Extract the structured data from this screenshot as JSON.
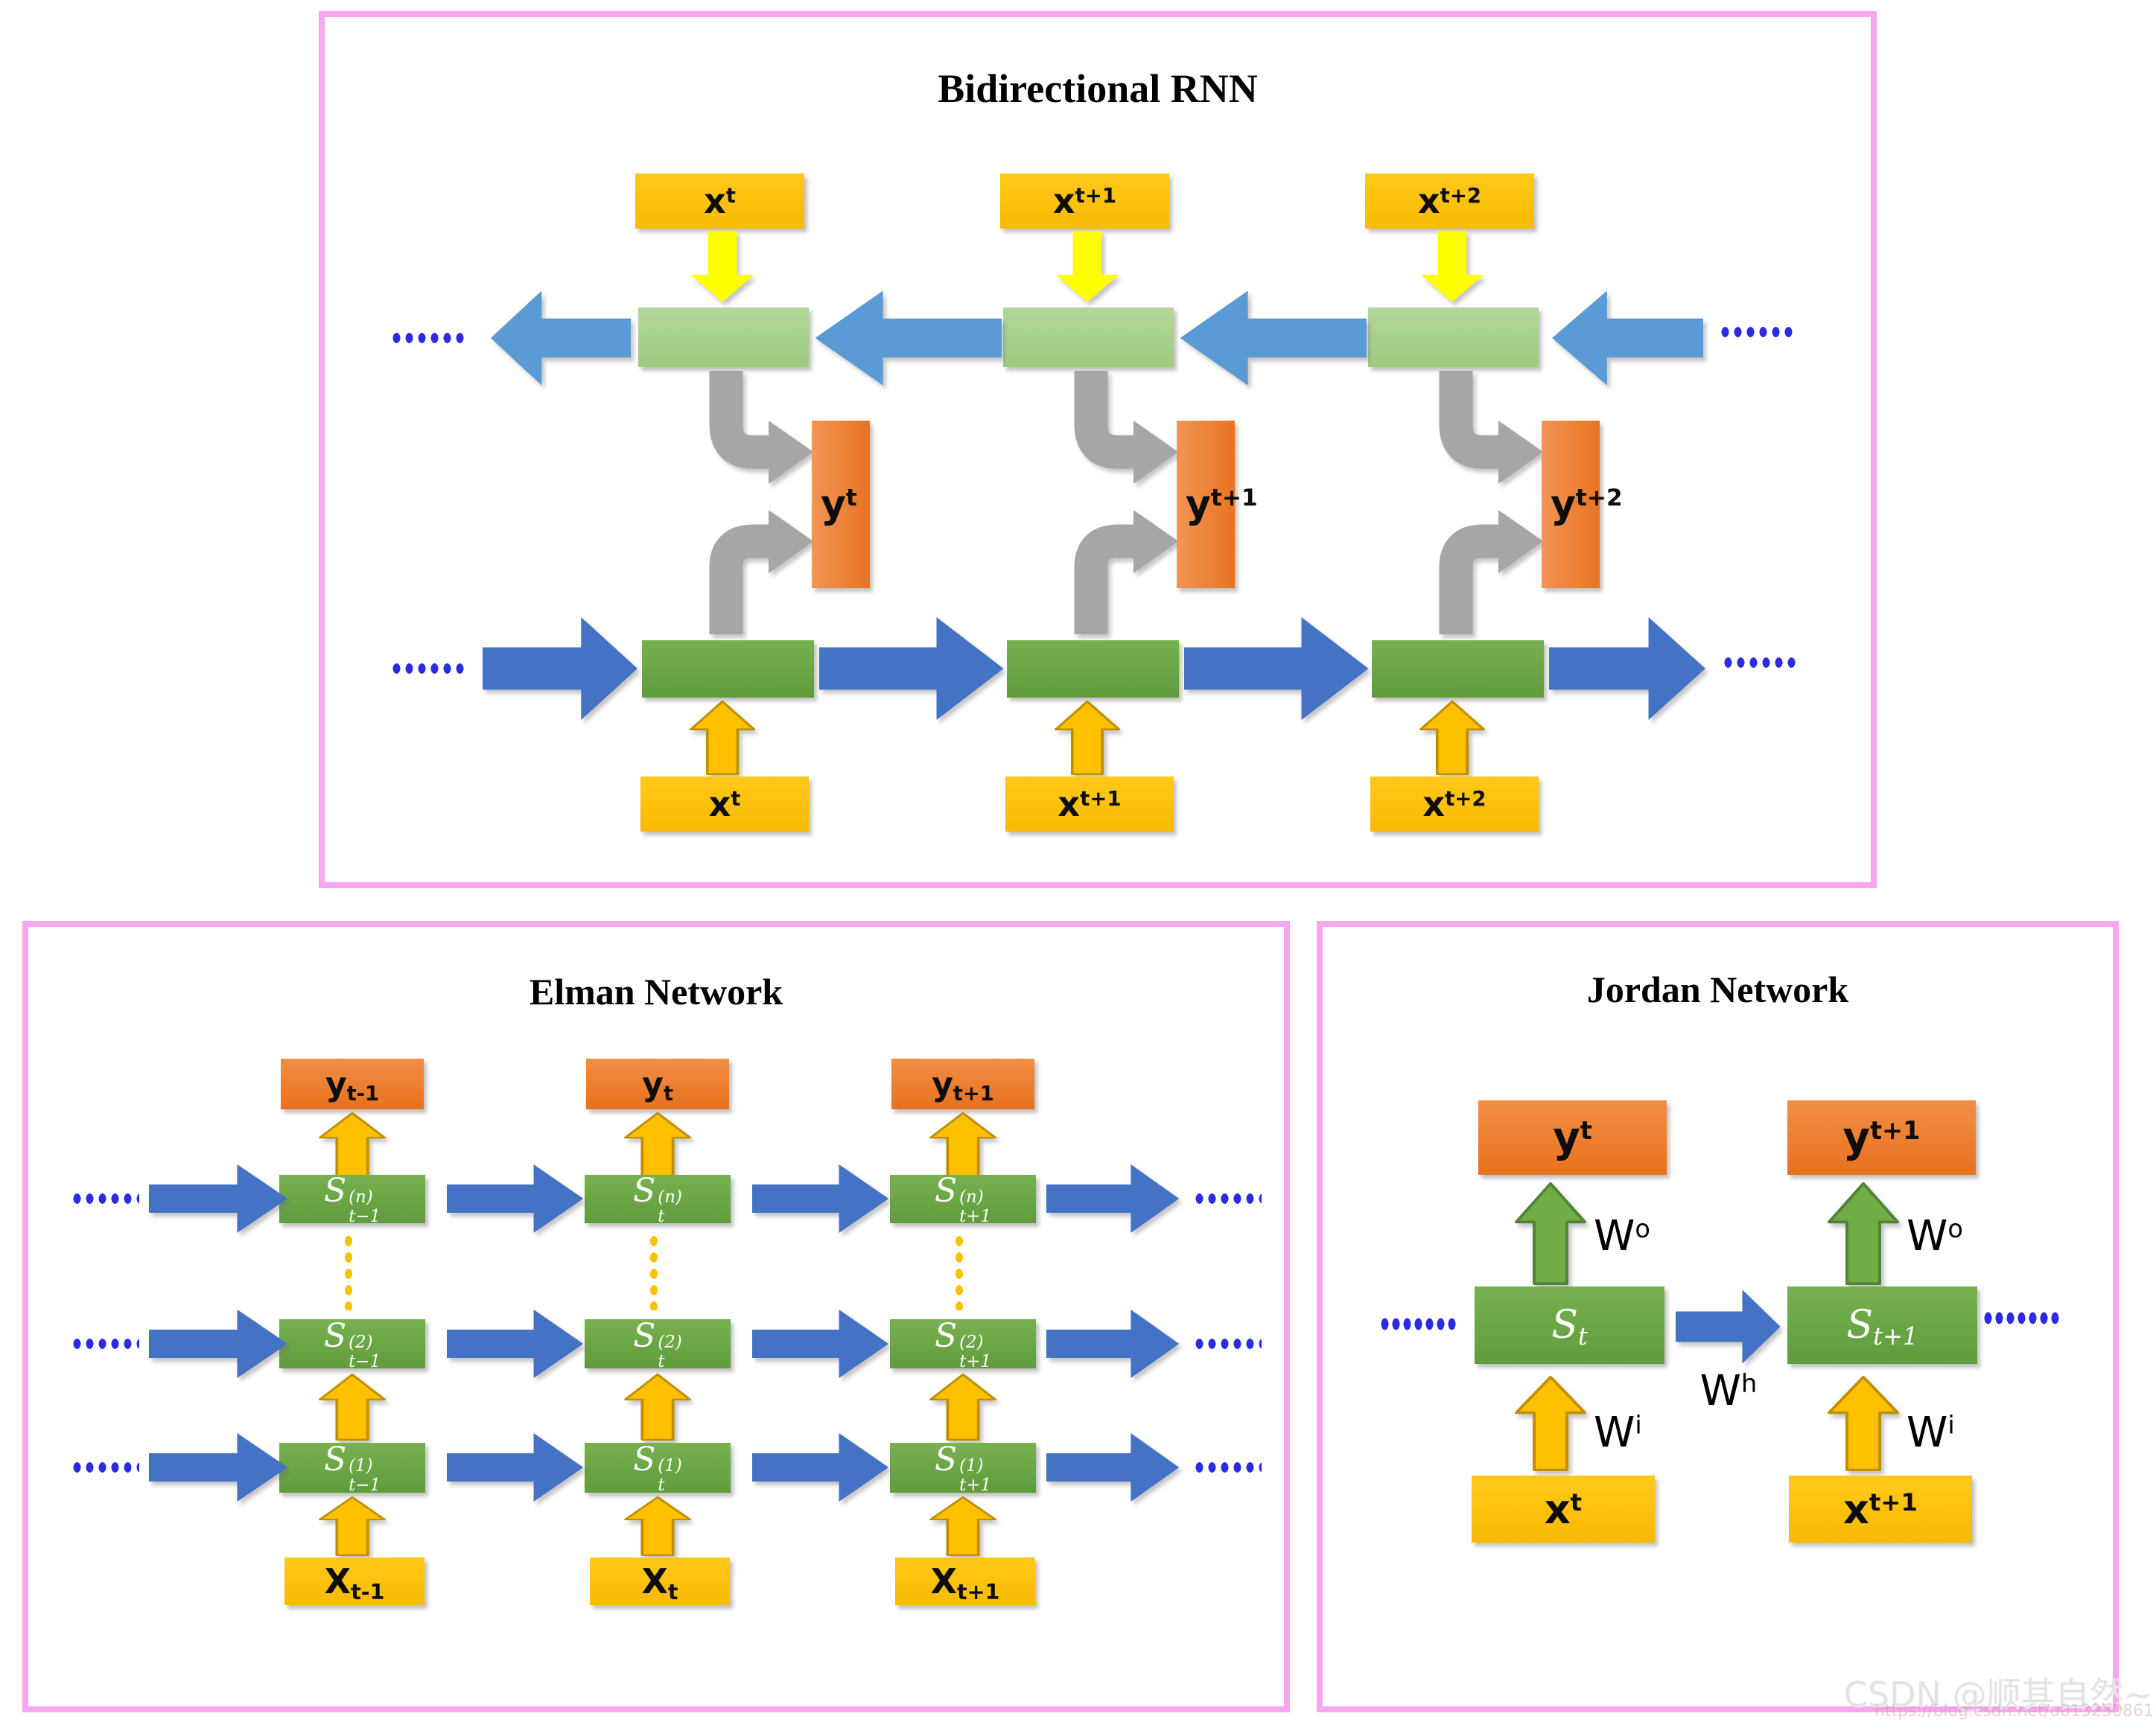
{
  "colors": {
    "panel_border": "#F8A5F2",
    "input_box": "#FFC000",
    "output_box": "#ED7D31",
    "hidden_box_dark": "#6AA84F",
    "hidden_box_light": "#A9D18E",
    "arrow_blue_dark": "#4472C4",
    "arrow_blue_light": "#5B9BD5",
    "arrow_yellow": "#FFFF00",
    "arrow_gold": "#FFC000",
    "arrow_green": "#70AD47",
    "arrow_gray": "#A6A6A6",
    "ellipsis_blue": "#2B2BE2",
    "ellipsis_orange": "#FFC000"
  },
  "bidirectional": {
    "title": "Bidirectional RNN",
    "top_inputs": [
      {
        "base": "x",
        "sup": "t"
      },
      {
        "base": "x",
        "sup": "t+1"
      },
      {
        "base": "x",
        "sup": "t+2"
      }
    ],
    "outputs": [
      {
        "base": "y",
        "sup": "t"
      },
      {
        "base": "y",
        "sup": "t+1"
      },
      {
        "base": "y",
        "sup": "t+2"
      }
    ],
    "bottom_inputs": [
      {
        "base": "x",
        "sup": "t"
      },
      {
        "base": "x",
        "sup": "t+1"
      },
      {
        "base": "x",
        "sup": "t+2"
      }
    ],
    "ellipsis": "......"
  },
  "elman": {
    "title": "Elman Network",
    "outputs": [
      {
        "base": "y",
        "sub": "t-1"
      },
      {
        "base": "y",
        "sub": "t"
      },
      {
        "base": "y",
        "sub": "t+1"
      }
    ],
    "layer_n": [
      {
        "base": "S",
        "sup": "(n)",
        "sub": "t−1"
      },
      {
        "base": "S",
        "sup": "(n)",
        "sub": "t"
      },
      {
        "base": "S",
        "sup": "(n)",
        "sub": "t+1"
      }
    ],
    "layer_2": [
      {
        "base": "S",
        "sup": "(2)",
        "sub": "t−1"
      },
      {
        "base": "S",
        "sup": "(2)",
        "sub": "t"
      },
      {
        "base": "S",
        "sup": "(2)",
        "sub": "t+1"
      }
    ],
    "layer_1": [
      {
        "base": "S",
        "sup": "(1)",
        "sub": "t−1"
      },
      {
        "base": "S",
        "sup": "(1)",
        "sub": "t"
      },
      {
        "base": "S",
        "sup": "(1)",
        "sub": "t+1"
      }
    ],
    "inputs": [
      {
        "base": "X",
        "sub": "t-1"
      },
      {
        "base": "X",
        "sub": "t"
      },
      {
        "base": "X",
        "sub": "t+1"
      }
    ],
    "ellipsis": "......"
  },
  "jordan": {
    "title": "Jordan Network",
    "outputs": [
      {
        "base": "y",
        "sup": "t"
      },
      {
        "base": "y",
        "sup": "t+1"
      }
    ],
    "states": [
      {
        "base": "S",
        "sub": "t"
      },
      {
        "base": "S",
        "sub": "t+1"
      }
    ],
    "inputs": [
      {
        "base": "x",
        "sup": "t"
      },
      {
        "base": "x",
        "sup": "t+1"
      }
    ],
    "w_output": {
      "base": "W",
      "sup": "o"
    },
    "w_hidden": {
      "base": "W",
      "sup": "h"
    },
    "w_input": {
      "base": "W",
      "sup": "i"
    },
    "ellipsis": "......"
  },
  "watermark": {
    "text": "CSDN @顺其自然~",
    "url": "https://blog.csdn.net/u013250861"
  }
}
